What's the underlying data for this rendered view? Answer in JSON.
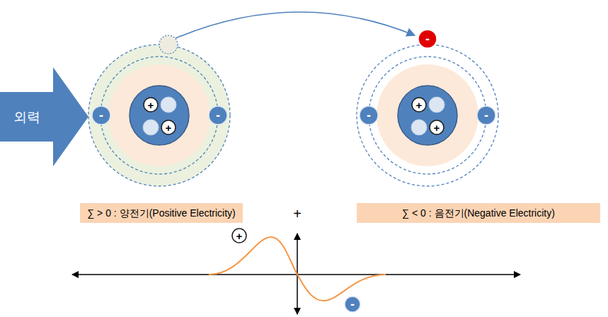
{
  "diagram": {
    "nodes": [
      {
        "text": [
          "외력"
        ]
      },
      {
        "text": [
          "-"
        ]
      },
      {
        "text": [
          "+"
        ]
      },
      {
        "text": [
          "+"
        ]
      },
      {
        "text": [
          "-"
        ]
      },
      {
        "text": [
          "-"
        ]
      },
      {
        "text": [
          "-"
        ]
      },
      {
        "text": [
          "+"
        ]
      },
      {
        "text": [
          "+"
        ]
      },
      {
        "text": [
          "-"
        ]
      },
      {
        "text": [
          "∑ > 0 : 양전기(Positive Electricity)"
        ]
      },
      {
        "text": [
          "∑ < 0 : 음전기(Negative Electricity)"
        ]
      },
      {
        "text": [
          "+"
        ]
      },
      {
        "text": [
          "-"
        ]
      }
    ],
    "labels": [
      "+"
    ]
  }
}
